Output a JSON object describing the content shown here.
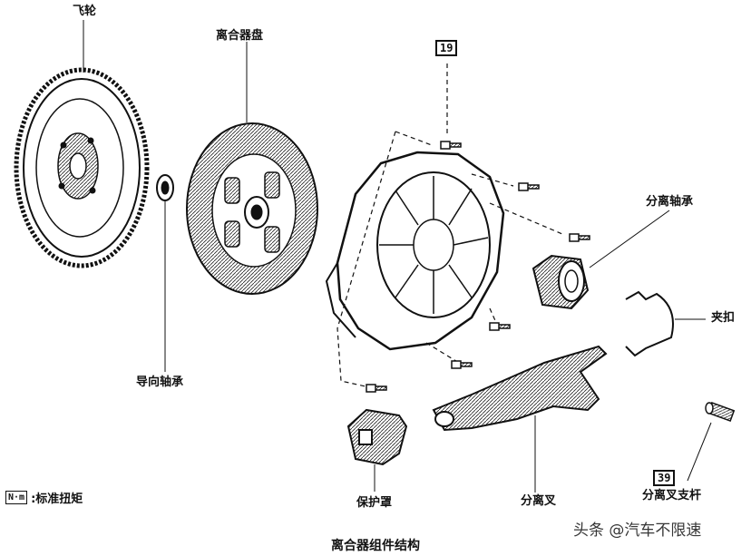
{
  "labels": {
    "flywheel": "飞轮",
    "clutch_disc": "离合器盘",
    "release_bearing": "分离轴承",
    "clip": "夹扣",
    "pilot_bearing": "导向轴承",
    "boot": "保护罩",
    "release_fork": "分离叉",
    "fork_pivot": "分离叉支杆"
  },
  "torque": {
    "cover_bolt": "19",
    "pivot": "39"
  },
  "legend": {
    "symbol": "N·m",
    "text": ":标准扭矩"
  },
  "caption": "离合器组件结构",
  "watermark": "头条 @汽车不限速"
}
